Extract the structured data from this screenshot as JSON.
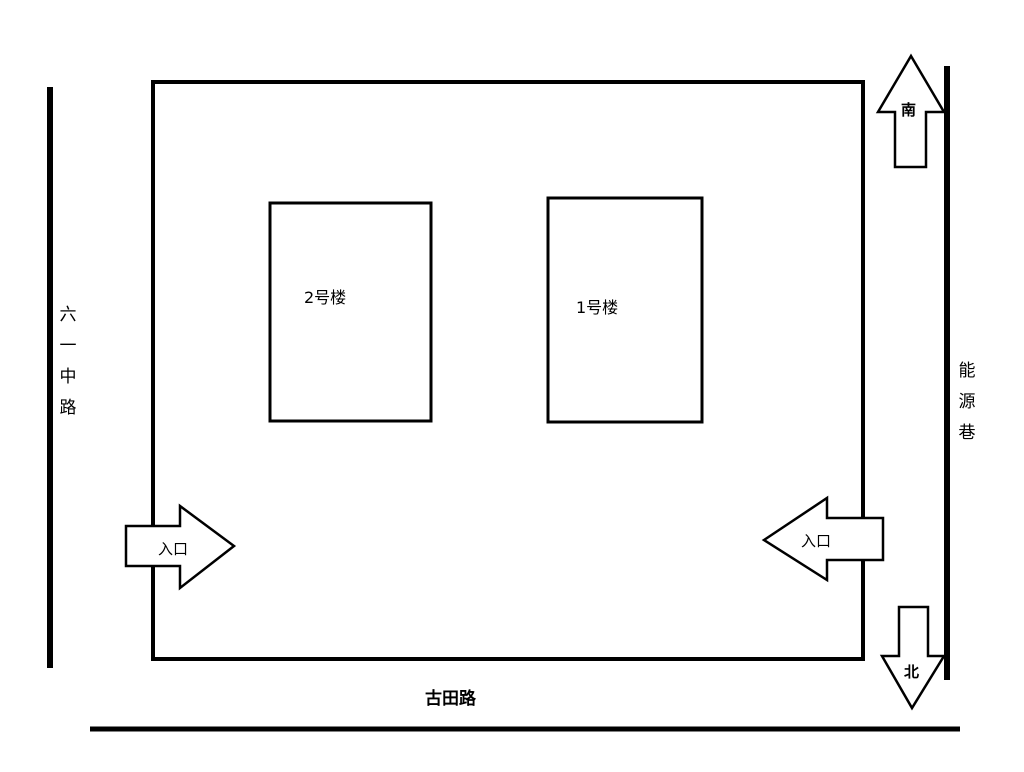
{
  "colors": {
    "line": "#000000",
    "background": "#ffffff"
  },
  "roads": {
    "west": "六一中路",
    "east": "能源巷",
    "south": "古田路"
  },
  "buildings": {
    "building_2": "2号楼",
    "building_1": "1号楼"
  },
  "entrances": {
    "west_label": "入口",
    "east_label": "入口"
  },
  "compass": {
    "up_label": "南",
    "down_label": "北"
  },
  "icons": [
    "arrow-right-icon",
    "arrow-left-icon",
    "arrow-up-icon",
    "arrow-down-icon"
  ]
}
